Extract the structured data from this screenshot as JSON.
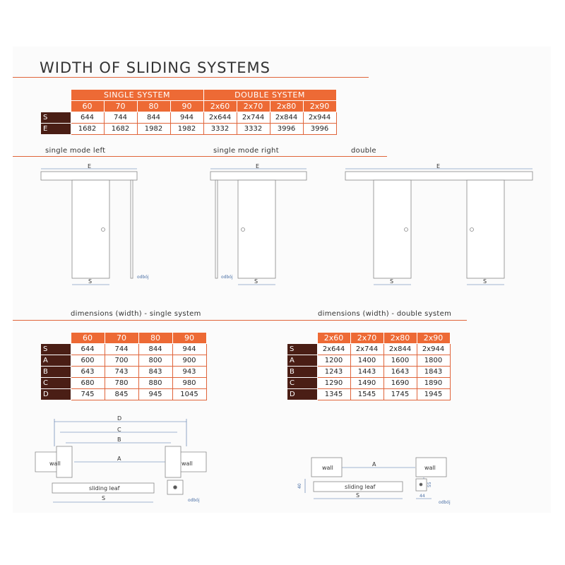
{
  "title": "WIDTH OF SLIDING SYSTEMS",
  "top_table": {
    "single_header": "SINGLE SYSTEM",
    "double_header": "DOUBLE SYSTEM",
    "columns": [
      "60",
      "70",
      "80",
      "90",
      "2x60",
      "2x70",
      "2x80",
      "2x90"
    ],
    "rows": [
      {
        "label": "S",
        "values": [
          "644",
          "744",
          "844",
          "944",
          "2x644",
          "2x744",
          "2x844",
          "2x944"
        ]
      },
      {
        "label": "E",
        "values": [
          "1682",
          "1682",
          "1982",
          "1982",
          "3332",
          "3332",
          "3996",
          "3996"
        ]
      }
    ]
  },
  "modes": {
    "single_left": "single mode left",
    "single_right": "single mode right",
    "double": "double",
    "label_E": "E",
    "label_S": "S",
    "label_odboj": "odbój"
  },
  "single_dims": {
    "caption": "dimensions (width) - single system",
    "columns": [
      "60",
      "70",
      "80",
      "90"
    ],
    "rows": [
      {
        "label": "S",
        "values": [
          "644",
          "744",
          "844",
          "944"
        ]
      },
      {
        "label": "A",
        "values": [
          "600",
          "700",
          "800",
          "900"
        ]
      },
      {
        "label": "B",
        "values": [
          "643",
          "743",
          "843",
          "943"
        ]
      },
      {
        "label": "C",
        "values": [
          "680",
          "780",
          "880",
          "980"
        ]
      },
      {
        "label": "D",
        "values": [
          "745",
          "845",
          "945",
          "1045"
        ]
      }
    ]
  },
  "double_dims": {
    "caption": "dimensions (width) - double system",
    "columns": [
      "2x60",
      "2x70",
      "2x80",
      "2x90"
    ],
    "rows": [
      {
        "label": "S",
        "values": [
          "2x644",
          "2x744",
          "2x844",
          "2x944"
        ]
      },
      {
        "label": "A",
        "values": [
          "1200",
          "1400",
          "1600",
          "1800"
        ]
      },
      {
        "label": "B",
        "values": [
          "1243",
          "1443",
          "1643",
          "1843"
        ]
      },
      {
        "label": "C",
        "values": [
          "1290",
          "1490",
          "1690",
          "1890"
        ]
      },
      {
        "label": "D",
        "values": [
          "1345",
          "1545",
          "1745",
          "1945"
        ]
      }
    ]
  },
  "diagram_single": {
    "D": "D",
    "C": "C",
    "B": "B",
    "A": "A",
    "wall": "wall",
    "leaf": "sliding leaf",
    "S": "S",
    "odboj": "odbój"
  },
  "diagram_double": {
    "A": "A",
    "wall": "wall",
    "leaf": "sliding leaf",
    "S": "S",
    "v40": "40",
    "v55": "55",
    "v44": "44",
    "odboj": "odbój"
  },
  "colors": {
    "accent": "#ed6a35",
    "dark": "#4a1e15"
  }
}
